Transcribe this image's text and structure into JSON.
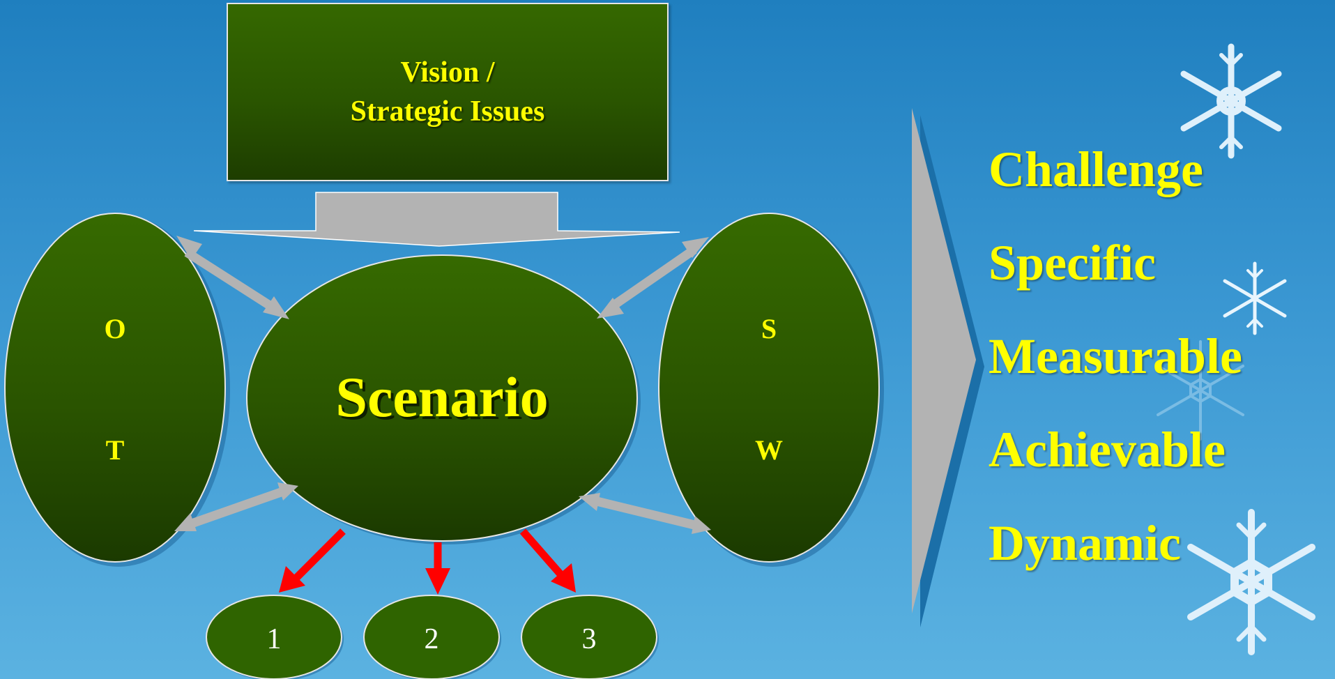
{
  "vision": {
    "line1": "Vision /",
    "line2": "Strategic Issues"
  },
  "left_ellipse": {
    "top": "O",
    "bottom": "T"
  },
  "right_ellipse": {
    "top": "S",
    "bottom": "W"
  },
  "center": {
    "label": "Scenario"
  },
  "options": [
    "1",
    "2",
    "3"
  ],
  "smart": [
    "Challenge",
    "Specific",
    "Measurable",
    "Achievable",
    "Dynamic"
  ],
  "colors": {
    "background_top": "#1f7fbf",
    "background_bottom": "#5bb2e1",
    "shape_fill": "#2f5f00",
    "text_yellow": "#ffff00",
    "gray_arrow": "#b3b3b3",
    "red_arrow": "#ff0000"
  }
}
